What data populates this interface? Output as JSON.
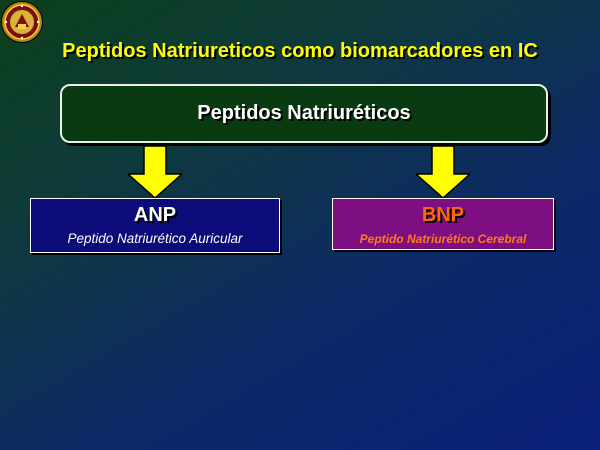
{
  "slide": {
    "title": "Peptidos Natriureticos como biomarcadores en IC"
  },
  "diagram": {
    "root": {
      "label": "Peptidos Natriuréticos"
    },
    "children": [
      {
        "name": "ANP",
        "description": "Peptido Natriurético Auricular"
      },
      {
        "name": "BNP",
        "description": "Peptido Natriurético Cerebral"
      }
    ]
  },
  "colors": {
    "title": "#ffff00",
    "arrow": "#ffff00",
    "root_box": "#0a3a12",
    "anp_box": "#0b0b7a",
    "bnp_box": "#7e0f82",
    "bnp_text": "#ff6a00"
  },
  "icons": {
    "logo": "university-seal-icon",
    "arrow": "arrow-down-icon"
  }
}
